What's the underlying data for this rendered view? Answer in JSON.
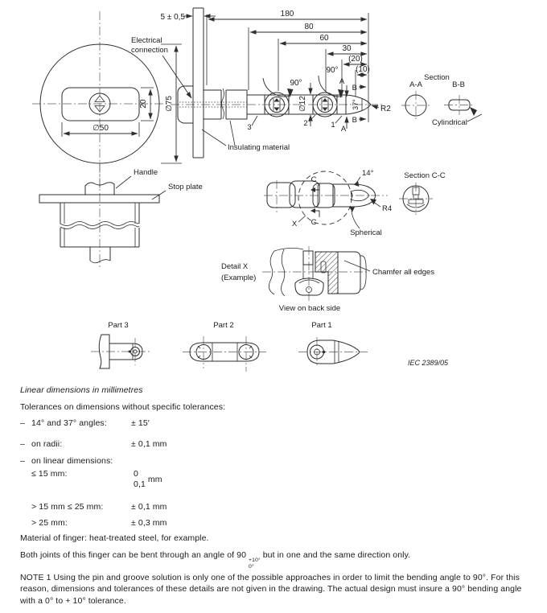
{
  "drawing": {
    "plate": {
      "thickness": "5 ± 0,5"
    },
    "front_view": {
      "dia75": "∅75",
      "dia50": "∅50",
      "h20": "20"
    },
    "dims": {
      "d180": "180",
      "d80": "80",
      "d60": "60",
      "d30": "30",
      "d20": "(20)",
      "d10": "(10)",
      "dia12": "∅12",
      "a90": "90°",
      "a37": "37°",
      "r2": "R2"
    },
    "refs": {
      "n1": "1",
      "n2": "2",
      "n3": "3"
    },
    "letters": {
      "a": "A",
      "b": "B",
      "c": "C",
      "x": "X"
    },
    "callouts": {
      "electrical1": "Electrical",
      "electrical2": "connection",
      "insulating": "Insulating material",
      "handle": "Handle",
      "stop_plate": "Stop plate"
    },
    "sections": {
      "section": "Section",
      "aa": "A-A",
      "bb": "B-B",
      "cylindrical": "Cylindrical",
      "cc": "Section C-C"
    },
    "bent": {
      "a14": "14°",
      "r4": "R4",
      "spherical": "Spherical"
    },
    "detail": {
      "l1": "Detail X",
      "l2": "(Example)",
      "chamfer": "Chamfer all edges",
      "back": "View on back side"
    },
    "parts": {
      "p3": "Part 3",
      "p2": "Part 2",
      "p1": "Part 1"
    },
    "ref": "IEC  2389/05"
  },
  "notes": {
    "dash": "–",
    "linear_dims": "Linear dimensions in millimetres",
    "tolerances_heading": "Tolerances on dimensions without specific tolerances:",
    "bullets": [
      {
        "label": "14° and 37° angles:",
        "value": "± 15′"
      },
      {
        "label": "on radii:",
        "value": "± 0,1 mm"
      },
      {
        "label": "on linear dimensions:",
        "value": ""
      }
    ],
    "linear_rows": [
      {
        "label": "≤ 15 mm:",
        "upper": "0",
        "lower": "0,1",
        "unit": "mm"
      },
      {
        "label": "> 15 mm ≤ 25 mm:",
        "value": "± 0,1 mm"
      },
      {
        "label": "> 25 mm:",
        "value": "± 0,3 mm"
      }
    ],
    "material": "Material of finger: heat-treated steel, for example.",
    "joints_pre": "Both joints of this finger can be bent through an angle of 90",
    "joints_sup": "+10°",
    "joints_sub": "0°",
    "joints_post": "but in one and the same direction only.",
    "note1": "NOTE 1  Using the pin and groove solution is only one of the possible approaches in order to limit the bending angle to 90°. For this reason, dimensions and tolerances of these details are not given in the drawing. The actual design must insure a 90° bending angle with a 0° to + 10° tolerance."
  }
}
